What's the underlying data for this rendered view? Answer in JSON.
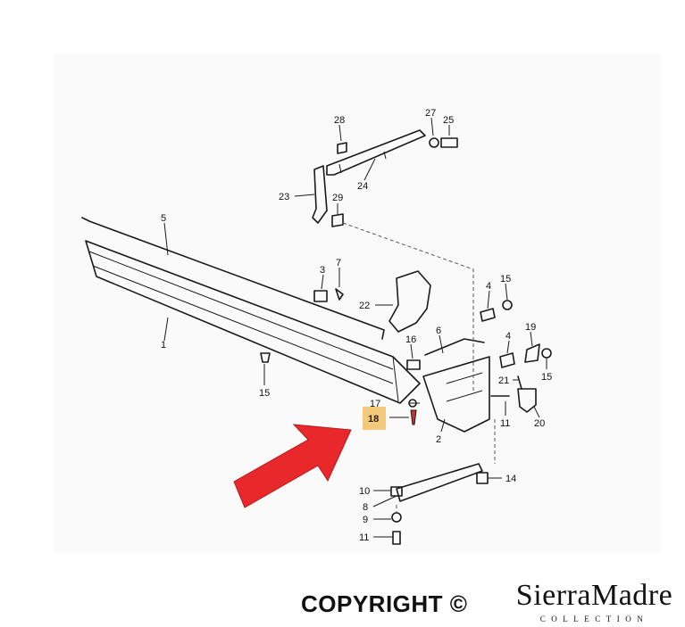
{
  "callouts": [
    {
      "id": "1",
      "label": "1"
    },
    {
      "id": "2",
      "label": "2"
    },
    {
      "id": "3",
      "label": "3"
    },
    {
      "id": "4a",
      "label": "4"
    },
    {
      "id": "4b",
      "label": "4"
    },
    {
      "id": "5",
      "label": "5"
    },
    {
      "id": "6",
      "label": "6"
    },
    {
      "id": "7",
      "label": "7"
    },
    {
      "id": "8",
      "label": "8"
    },
    {
      "id": "9",
      "label": "9"
    },
    {
      "id": "10",
      "label": "10"
    },
    {
      "id": "11a",
      "label": "11"
    },
    {
      "id": "11b",
      "label": "11"
    },
    {
      "id": "14",
      "label": "14"
    },
    {
      "id": "15a",
      "label": "15"
    },
    {
      "id": "15b",
      "label": "15"
    },
    {
      "id": "15c",
      "label": "15"
    },
    {
      "id": "16",
      "label": "16"
    },
    {
      "id": "17",
      "label": "17"
    },
    {
      "id": "18",
      "label": "18"
    },
    {
      "id": "19",
      "label": "19"
    },
    {
      "id": "20",
      "label": "20"
    },
    {
      "id": "21",
      "label": "21"
    },
    {
      "id": "22",
      "label": "22"
    },
    {
      "id": "23",
      "label": "23"
    },
    {
      "id": "24",
      "label": "24"
    },
    {
      "id": "25",
      "label": "25"
    },
    {
      "id": "27",
      "label": "27"
    },
    {
      "id": "28",
      "label": "28"
    },
    {
      "id": "29",
      "label": "29"
    }
  ],
  "highlight": {
    "callout": "18",
    "color": "#f5c97a",
    "arrow_color": "#e8282a"
  },
  "footer": {
    "copyright": "COPYRIGHT ©",
    "brand": "SierraMadre",
    "brand_sub": "COLLECTION"
  }
}
